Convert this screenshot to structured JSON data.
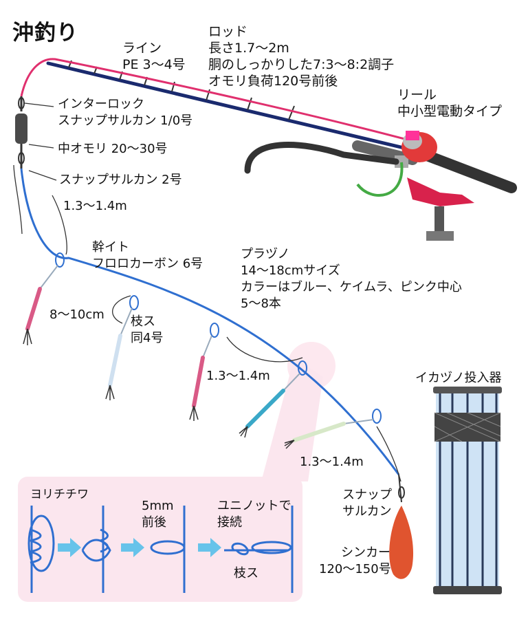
{
  "title": "沖釣り",
  "labels": {
    "line": [
      "ライン",
      "PE 3〜4号"
    ],
    "rod": [
      "ロッド",
      "長さ1.7〜2m",
      "胴のしっかりした7:3〜8:2調子",
      "オモリ負荷120号前後"
    ],
    "reel": [
      "リール",
      "中小型電動タイプ"
    ],
    "interlock": [
      "インターロック",
      "スナップサルカン 1/0号"
    ],
    "sinker_mid": "中オモリ 20〜30号",
    "snap2": "スナップサルカン 2号",
    "len_top": "1.3〜1.4m",
    "mainline": [
      "幹イト",
      "フロロカーボン 6号"
    ],
    "branch_len": "8〜10cm",
    "branch": [
      "枝ス",
      "同4号"
    ],
    "lure": [
      "プラヅノ",
      "14〜18cmサイズ",
      "カラーはブルー、ケイムラ、ピンク中心",
      "5〜8本"
    ],
    "len_mid": "1.3〜1.4m",
    "len_low": "1.3〜1.4m",
    "snap_end": [
      "スナップ",
      "サルカン"
    ],
    "sinker_end": [
      "シンカー",
      "120〜150号"
    ],
    "dropper": "イカヅノ投入器"
  },
  "inset": {
    "title": "ヨリチチワ",
    "step3": [
      "5mm",
      "前後"
    ],
    "step4": [
      "ユニノットで",
      "接続"
    ],
    "branch": "枝ス"
  },
  "colors": {
    "line_pink": "#e0306e",
    "mainline_blue": "#2f6fd0",
    "rod_navy": "#1a2a6e",
    "inset_bg": "#fbe6ee",
    "arrow_blue": "#67c3ea",
    "sinker_red": "#e0542f",
    "tube_blue": "#cfe3f5"
  }
}
